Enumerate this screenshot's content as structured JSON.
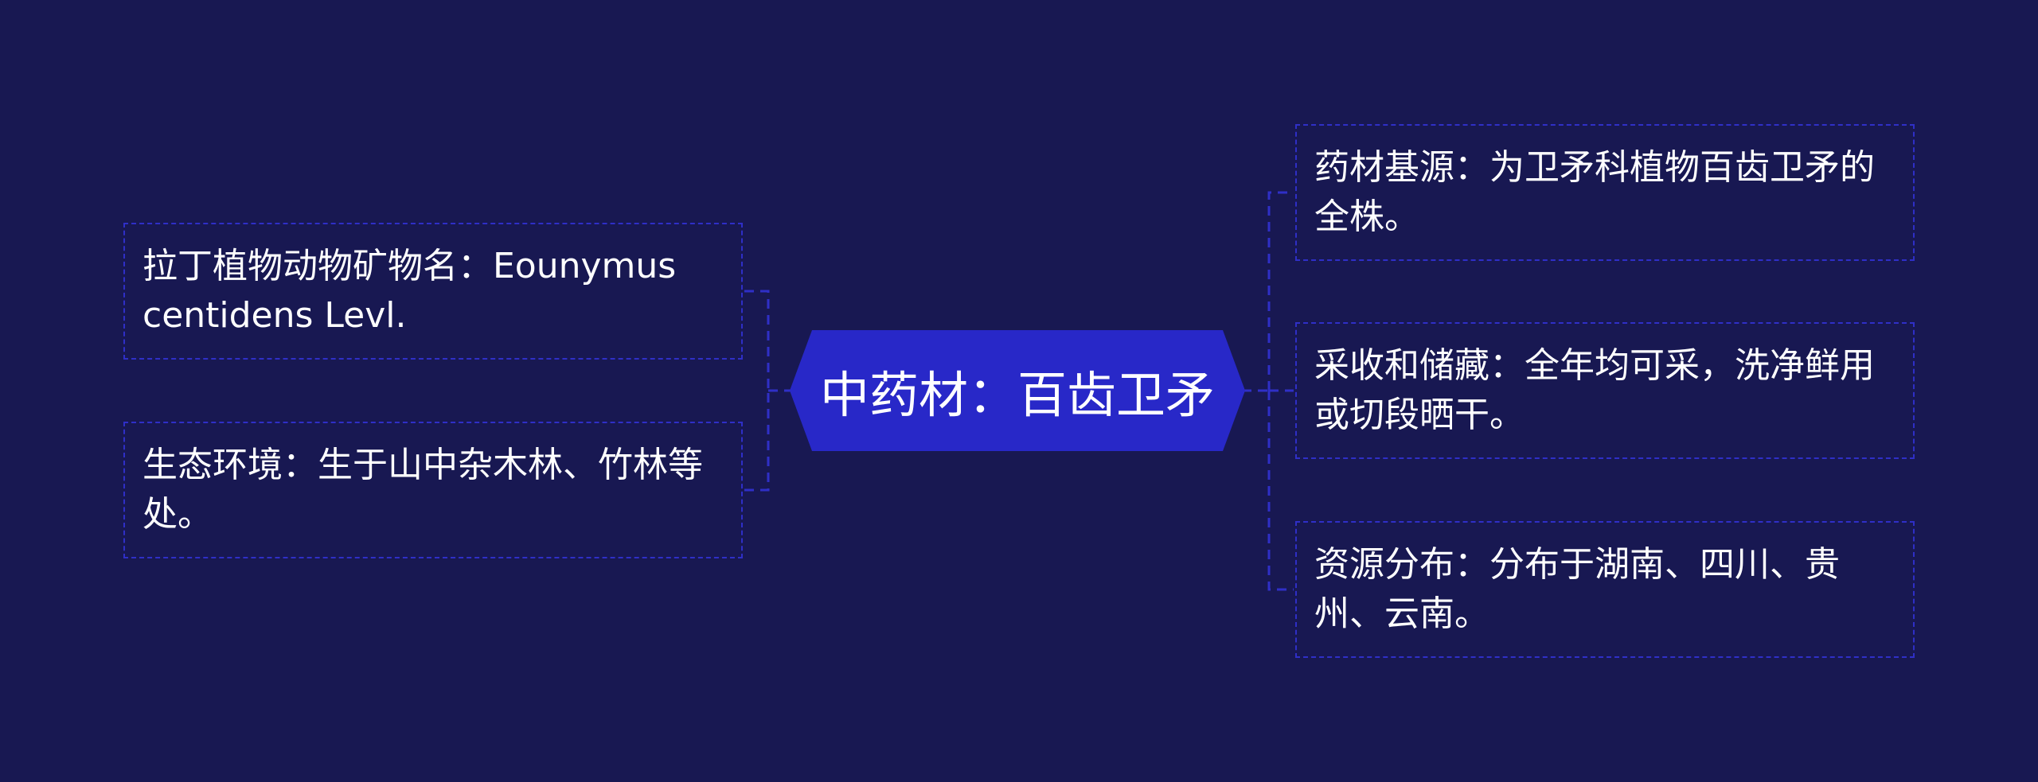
{
  "central_topic": "中药材：百齿卫矛",
  "left_branches": [
    {
      "text": "拉丁植物动物矿物名：Eounymus centidens Levl."
    },
    {
      "text": "生态环境：生于山中杂木林、竹林等处。"
    }
  ],
  "right_branches": [
    {
      "text": "药材基源：为卫矛科植物百齿卫矛的全株。"
    },
    {
      "text": "采收和储藏：全年均可采，洗净鲜用或切段晒干。"
    },
    {
      "text": "资源分布：分布于湖南、四川、贵州、云南。"
    }
  ],
  "colors": {
    "background": "#181852",
    "center_fill": "#2828c8",
    "connector": "#2f2fc7",
    "node_border": "#2f2fc7",
    "text": "#ffffff"
  }
}
